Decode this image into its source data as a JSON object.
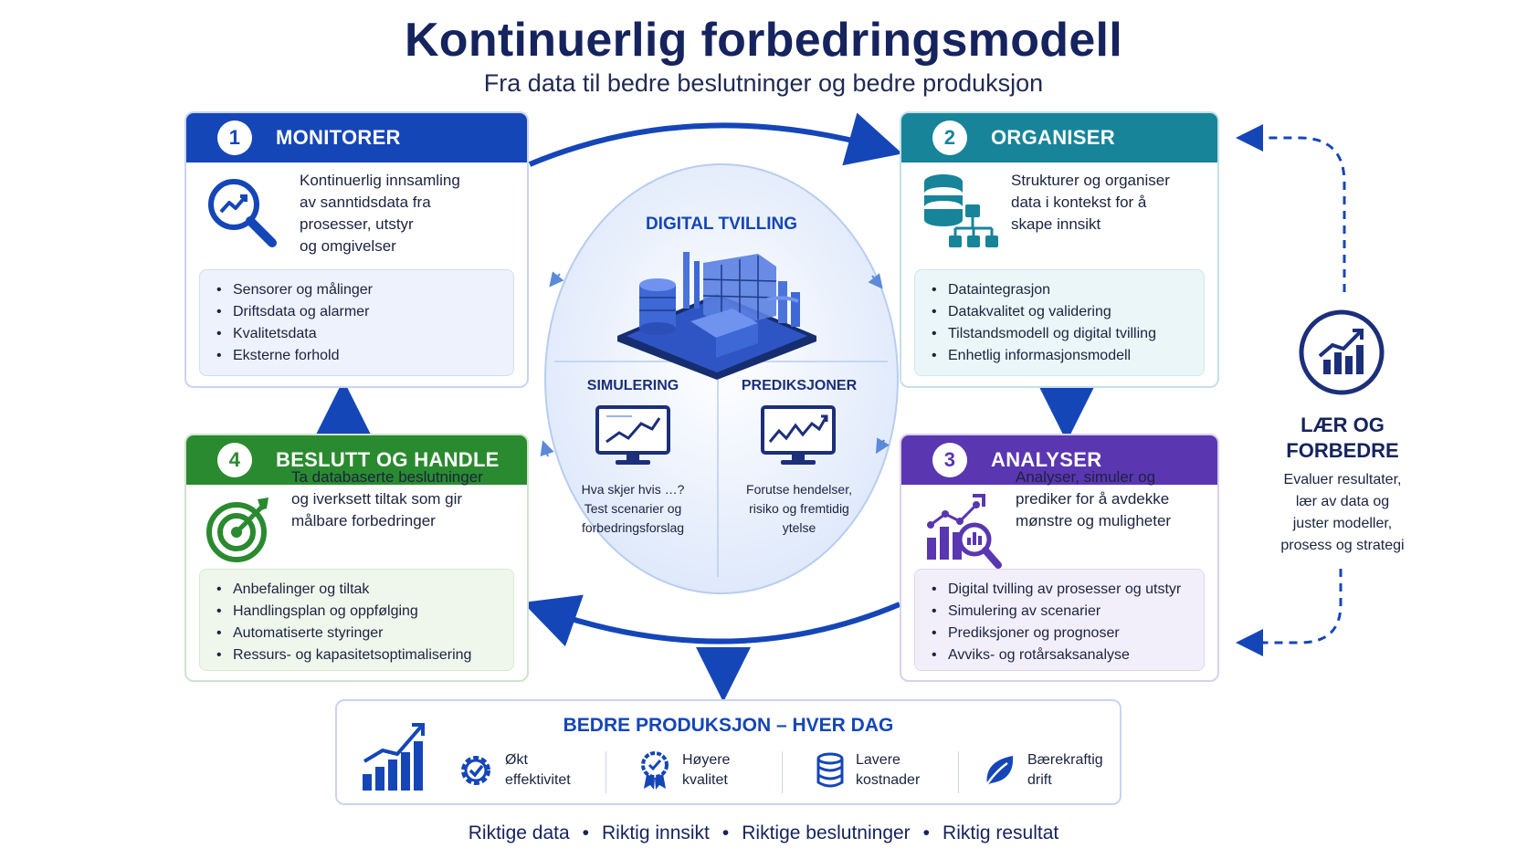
{
  "title": "Kontinuerlig forbedringsmodell",
  "subtitle": "Fra data til bedre beslutninger og bedre produksjon",
  "colors": {
    "monitor": "#1546b8",
    "organise": "#17849a",
    "analyse": "#5a36b0",
    "decide": "#2a8a2f",
    "navy": "#15235e"
  },
  "cards": {
    "monitorer": {
      "number": "1",
      "title": "MONITORER",
      "icon": "magnifier-chart-icon",
      "description": [
        "Kontinuerlig innsamling",
        "av sanntidsdata fra",
        "prosesser, utstyr",
        "og omgivelser"
      ],
      "items": [
        "Sensorer og målinger",
        "Driftsdata og alarmer",
        "Kvalitetsdata",
        "Eksterne forhold"
      ]
    },
    "organiser": {
      "number": "2",
      "title": "ORGANISER",
      "icon": "database-hierarchy-icon",
      "description": [
        "Strukturer og organiser",
        "data i kontekst for å",
        "skape innsikt"
      ],
      "items": [
        "Dataintegrasjon",
        "Datakvalitet og validering",
        "Tilstandsmodell og digital tvilling",
        "Enhetlig informasjonsmodell"
      ]
    },
    "analyser": {
      "number": "3",
      "title": "ANALYSER",
      "icon": "analytics-magnifier-icon",
      "description": [
        "Analyser, simuler og",
        "prediker for å avdekke",
        "mønstre og muligheter"
      ],
      "items": [
        "Digital tvilling av prosesser og utstyr",
        "Simulering av scenarier",
        "Prediksjoner og prognoser",
        "Avviks- og rotårsaksanalyse"
      ]
    },
    "beslutt": {
      "number": "4",
      "title": "BESLUTT OG HANDLE",
      "icon": "target-icon",
      "description": [
        "Ta databaserte beslutninger",
        "og iverksett tiltak som gir",
        "målbare forbedringer"
      ],
      "items": [
        "Anbefalinger og tiltak",
        "Handlingsplan og oppfølging",
        "Automatiserte styringer",
        "Ressurs- og kapasitetsoptimalisering"
      ]
    }
  },
  "digital_twin": {
    "title": "DIGITAL TVILLING",
    "illustration": "factory-isometric-icon",
    "simulering": {
      "title": "SIMULERING",
      "icon": "monitor-chart-icon",
      "text": [
        "Hva skjer hvis …?",
        "Test scenarier og",
        "forbedringsforslag"
      ]
    },
    "prediksjoner": {
      "title": "PREDIKSJONER",
      "icon": "monitor-chart-icon",
      "text": [
        "Forutse hendelser,",
        "risiko og fremtidig",
        "ytelse"
      ]
    }
  },
  "laer": {
    "icon": "growth-chart-icon",
    "title": [
      "LÆR OG",
      "FORBEDRE"
    ],
    "text": [
      "Evaluer resultater,",
      "lær av data og",
      "juster modeller,",
      "prosess og strategi"
    ]
  },
  "bottom": {
    "title": "BEDRE PRODUKSJON – HVER DAG",
    "chart_icon": "bar-growth-icon",
    "benefits": [
      {
        "icon": "gear-check-icon",
        "lines": [
          "Økt",
          "effektivitet"
        ]
      },
      {
        "icon": "quality-badge-icon",
        "lines": [
          "Høyere",
          "kvalitet"
        ]
      },
      {
        "icon": "coins-icon",
        "lines": [
          "Lavere",
          "kostnader"
        ]
      },
      {
        "icon": "leaf-icon",
        "lines": [
          "Bærekraftig",
          "drift"
        ]
      }
    ]
  },
  "footer": [
    "Riktige data",
    "Riktig innsikt",
    "Riktige beslutninger",
    "Riktig resultat"
  ]
}
